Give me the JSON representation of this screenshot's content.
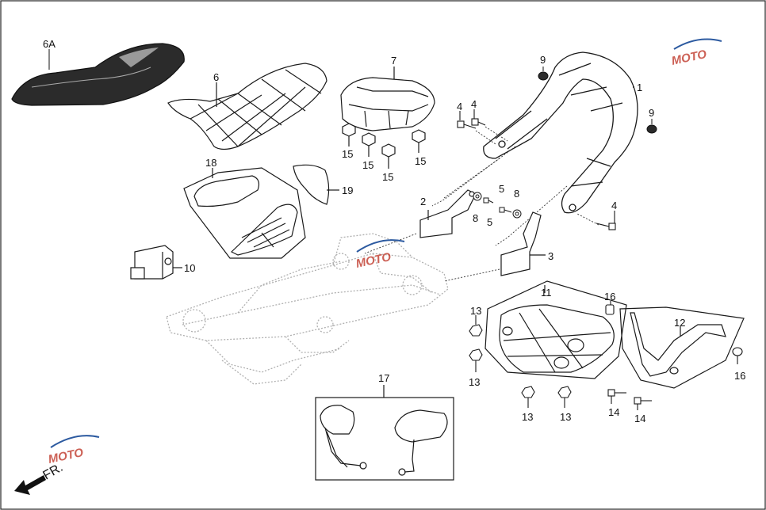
{
  "diagram": {
    "callouts": {
      "p6a": "6A",
      "p6": "6",
      "p7": "7",
      "p9a": "9",
      "p9b": "9",
      "p1": "1",
      "p4a": "4",
      "p4b": "4",
      "p4c": "4",
      "p15a": "15",
      "p15b": "15",
      "p15c": "15",
      "p15d": "15",
      "p18": "18",
      "p19": "19",
      "p2": "2",
      "p5a": "5",
      "p5b": "5",
      "p8a": "8",
      "p8b": "8",
      "p3": "3",
      "p10": "10",
      "p11": "11",
      "p16a": "16",
      "p16b": "16",
      "p12": "12",
      "p13a": "13",
      "p13b": "13",
      "p13c": "13",
      "p13d": "13",
      "p14a": "14",
      "p14b": "14",
      "p17": "17"
    },
    "front_label": "FR.",
    "watermark": "MOTO"
  },
  "colors": {
    "line": "#1a1a1a",
    "frame_ghost": "#b5b5b5",
    "seat_dark": "#2b2b2b",
    "watermark_red": "#c0392b",
    "watermark_blue": "#2c5aa0"
  }
}
